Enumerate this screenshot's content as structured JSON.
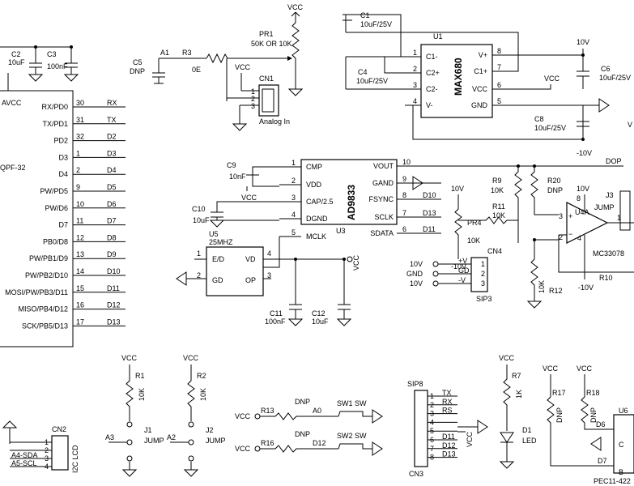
{
  "mcu": {
    "avcc": "AVCC",
    "package": "QPF-32",
    "pins": [
      {
        "name": "RX/PD0",
        "num": "30",
        "net": "RX"
      },
      {
        "name": "TX/PD1",
        "num": "31",
        "net": "TX"
      },
      {
        "name": "PD2",
        "num": "32",
        "net": "D2"
      },
      {
        "name": "D3",
        "num": "1",
        "net": "D3"
      },
      {
        "name": "D4",
        "num": "2",
        "net": "D4"
      },
      {
        "name": "PW/PD5",
        "num": "9",
        "net": "D5"
      },
      {
        "name": "PW/D6",
        "num": "10",
        "net": "D6"
      },
      {
        "name": "D7",
        "num": "11",
        "net": "D7"
      },
      {
        "name": "PB0/D8",
        "num": "12",
        "net": "D8"
      },
      {
        "name": "PW/PB1/D9",
        "num": "13",
        "net": "D9"
      },
      {
        "name": "PW/PB2/D10",
        "num": "14",
        "net": "D10"
      },
      {
        "name": "MOSI/PW/PB3/D11",
        "num": "15",
        "net": "D11"
      },
      {
        "name": "MISO/PB4/D12",
        "num": "16",
        "net": "D12"
      },
      {
        "name": "SCK/PB5/D13",
        "num": "17",
        "net": "D13"
      }
    ]
  },
  "caps_top": {
    "c2_ref": "C2",
    "c2_val": "10uF",
    "c3_ref": "C3",
    "c3_val": "100nF"
  },
  "c5": {
    "ref": "C5",
    "val": "DNP"
  },
  "a1": "A1",
  "r3": {
    "ref": "R3",
    "val": "0E"
  },
  "vcc": "VCC",
  "pr1": {
    "ref": "PR1",
    "val": "50K OR 10K"
  },
  "cn1": {
    "ref": "CN1",
    "label": "Analog In",
    "pins": [
      "1",
      "2",
      "3"
    ]
  },
  "max680": {
    "ref": "U1",
    "part": "MAX680",
    "left_pins": [
      {
        "num": "1",
        "name": "C1-"
      },
      {
        "num": "2",
        "name": "C2+"
      },
      {
        "num": "3",
        "name": "C2-"
      },
      {
        "num": "4",
        "name": "V-"
      }
    ],
    "right_pins": [
      {
        "num": "8",
        "name": "V+"
      },
      {
        "num": "7",
        "name": "C1+"
      },
      {
        "num": "6",
        "name": "VCC"
      },
      {
        "num": "5",
        "name": "GND"
      }
    ]
  },
  "c1": {
    "ref": "C1",
    "val": "10uF/25V"
  },
  "c4": {
    "ref": "C4",
    "val": "10uF/25V"
  },
  "c6": {
    "ref": "C6",
    "val": "10uF/25V"
  },
  "c8": {
    "ref": "C8",
    "val": "10uF/25V"
  },
  "v10": "10V",
  "vneg10": "-10V",
  "v_edge": "V",
  "ad9833": {
    "ref": "U3",
    "part": "AD9833",
    "left_pins": [
      {
        "num": "1",
        "name": "CMP"
      },
      {
        "num": "2",
        "name": "VDD"
      },
      {
        "num": "3",
        "name": "CAP/2.5"
      },
      {
        "num": "4",
        "name": "DGND"
      },
      {
        "num": "5",
        "name": "MCLK"
      }
    ],
    "right_pins": [
      {
        "num": "10",
        "name": "VOUT"
      },
      {
        "num": "9",
        "name": "GAND"
      },
      {
        "num": "8",
        "name": "FSYNC"
      },
      {
        "num": "7",
        "name": "SCLK"
      },
      {
        "num": "6",
        "name": "SDATA"
      }
    ],
    "nets": [
      "D10",
      "D13",
      "D11"
    ]
  },
  "c9": {
    "ref": "C9",
    "val": "10nF"
  },
  "c10": {
    "ref": "C10",
    "val": "10uF"
  },
  "dop": "DOP",
  "r9": {
    "ref": "R9",
    "val": "10K"
  },
  "r20": {
    "ref": "R20",
    "val": "DNP"
  },
  "r11": {
    "ref": "R11",
    "val": "10K"
  },
  "pr4": {
    "ref": "PR4",
    "val": "10K"
  },
  "r12": {
    "ref": "R12",
    "val": "10K"
  },
  "r10": {
    "ref": "R10"
  },
  "j3": {
    "ref": "J3",
    "label": "JUMP"
  },
  "u4": {
    "ref": "U4A",
    "part": "MC33078",
    "pins": [
      "3",
      "2",
      "8",
      "4",
      "1"
    ]
  },
  "cn4": {
    "ref": "CN4",
    "label": "SIP3",
    "rows": [
      {
        "net": "10V",
        "sig": "+V",
        "num": "1"
      },
      {
        "net": "GND",
        "sig": "GD",
        "num": "2"
      },
      {
        "net": "10V",
        "sig": "-V",
        "num": "3"
      }
    ]
  },
  "u5": {
    "ref": "U5",
    "val": "25MHZ",
    "pins": [
      {
        "num": "1",
        "name": "E/D"
      },
      {
        "num": "2",
        "name": "GD"
      },
      {
        "num": "4",
        "name": "VD"
      },
      {
        "num": "3",
        "name": "OP"
      }
    ]
  },
  "c11": {
    "ref": "C11",
    "val": "100nF"
  },
  "c12": {
    "ref": "C12",
    "val": "10uF"
  },
  "r1": {
    "ref": "R1",
    "val": "10K"
  },
  "r2": {
    "ref": "R2",
    "val": "10K"
  },
  "j1": {
    "ref": "J1",
    "label": "JUMP",
    "net": "A3"
  },
  "j2": {
    "ref": "J2",
    "label": "JUMP",
    "net": "A2"
  },
  "cn2": {
    "ref": "CN2",
    "label": "I2C LCD",
    "rows": [
      {
        "num": "1",
        "net": ""
      },
      {
        "num": "2",
        "net": ""
      },
      {
        "num": "3",
        "net": "A4-SDA"
      },
      {
        "num": "4",
        "net": "A5-SCL"
      }
    ]
  },
  "sw_rows": [
    {
      "r": "R13",
      "dnp": "DNP",
      "net": "A0",
      "sw": "SW1",
      "swl": "SW"
    },
    {
      "r": "R16",
      "dnp": "DNP",
      "net": "D12",
      "sw": "SW2",
      "swl": "SW"
    }
  ],
  "sip8": {
    "ref": "SIP8",
    "ref2": "CN3",
    "rows": [
      {
        "num": "1",
        "net": "TX"
      },
      {
        "num": "2",
        "net": "RX"
      },
      {
        "num": "3",
        "net": "RS"
      },
      {
        "num": "4",
        "net": ""
      },
      {
        "num": "5",
        "net": ""
      },
      {
        "num": "6",
        "net": "D11"
      },
      {
        "num": "7",
        "net": "D12"
      },
      {
        "num": "8",
        "net": "D13"
      }
    ]
  },
  "r7": {
    "ref": "R7",
    "val": "1K"
  },
  "d1": {
    "ref": "D1",
    "label": "LED"
  },
  "r17": {
    "ref": "R17",
    "val": "DNP"
  },
  "r18": {
    "ref": "R18",
    "val": "DNP"
  },
  "u6": {
    "ref": "U6",
    "part": "PEC11-422",
    "pins": [
      "D6",
      "D7",
      "C",
      "B"
    ]
  }
}
